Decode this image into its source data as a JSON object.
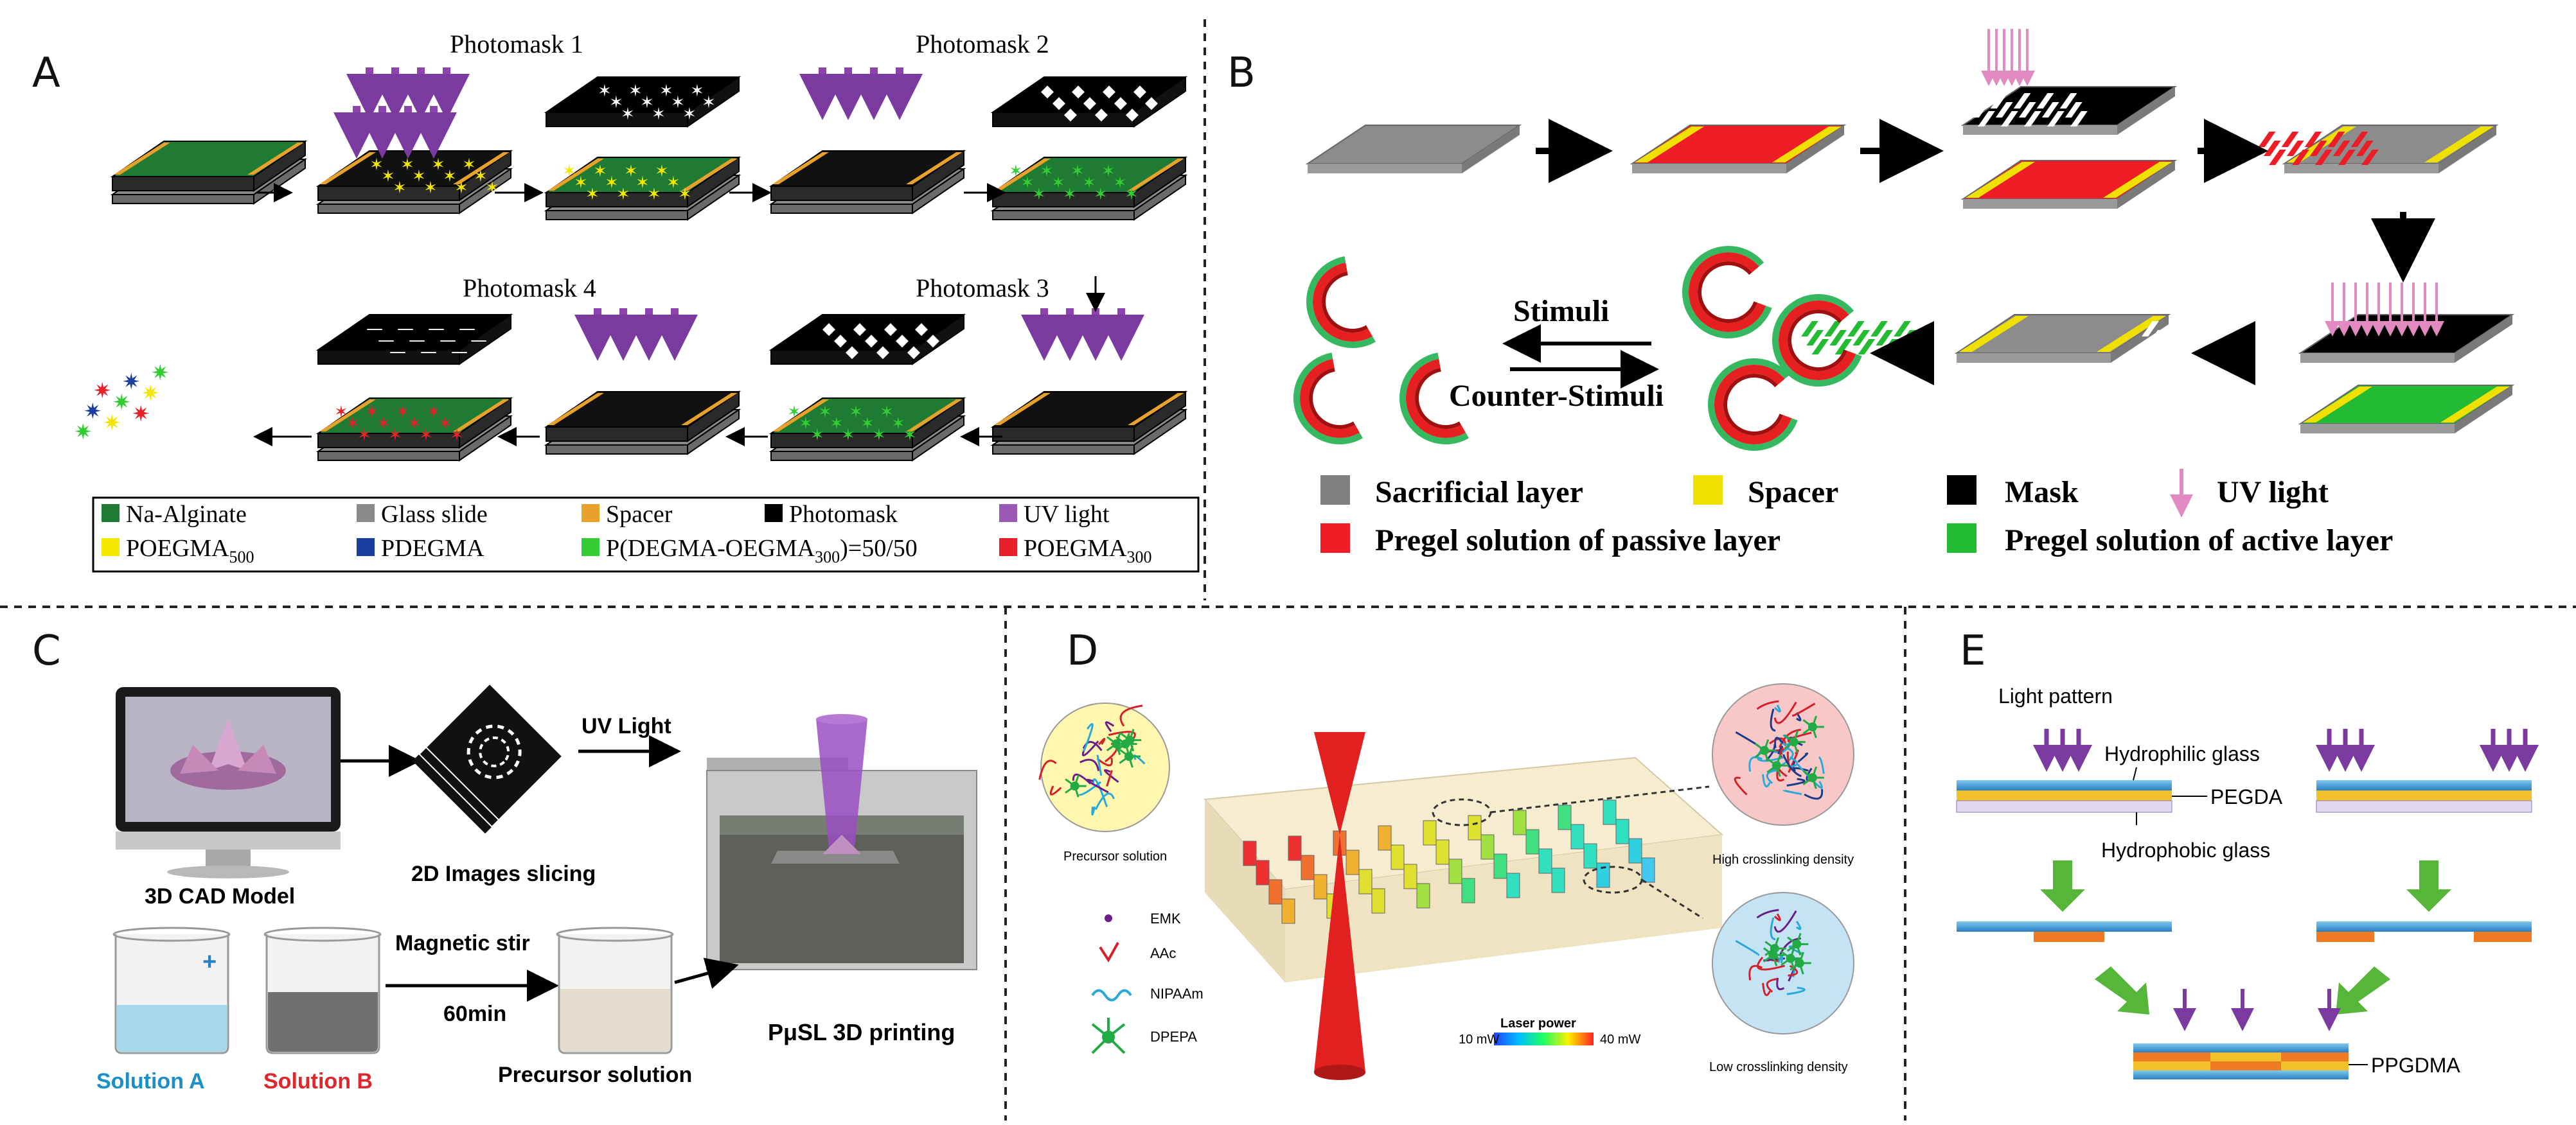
{
  "panels": {
    "A": {
      "letter": "A",
      "masks": [
        "Photomask 1",
        "Photomask 2",
        "Photomask 3",
        "Photomask 4"
      ],
      "legend": [
        {
          "label": "Na-Alginate",
          "color": "#1f7a33"
        },
        {
          "label": "Glass slide",
          "color": "#8a8a8a"
        },
        {
          "label": "Spacer",
          "color": "#e8a12a"
        },
        {
          "label": "Photomask",
          "color": "#000000"
        },
        {
          "label": "UV light",
          "color": "#9b59b6"
        },
        {
          "label": "POEGMA",
          "sub": "500",
          "color": "#f3e600"
        },
        {
          "label": "PDEGMA",
          "color": "#1b3d9e"
        },
        {
          "label": "P(DEGMA-OEGMA",
          "sub": "300",
          "tail": ")=50/50",
          "color": "#33cc33"
        },
        {
          "label": "POEGMA",
          "sub": "300",
          "color": "#e8202a"
        }
      ]
    },
    "B": {
      "letter": "B",
      "stimuli": "Stimuli",
      "counter": "Counter-Stimuli",
      "legend": [
        {
          "label": "Sacrificial layer",
          "color": "#808080"
        },
        {
          "label": "Spacer",
          "color": "#f0e000"
        },
        {
          "label": "Mask",
          "color": "#000000"
        },
        {
          "label": "UV light",
          "color": "#e08ac0"
        },
        {
          "label": "Pregel solution of  passive layer",
          "color": "#ee1c24"
        },
        {
          "label": "Pregel solution of  active layer",
          "color": "#22bb33"
        }
      ]
    },
    "C": {
      "letter": "C",
      "cad": "3D CAD Model",
      "slicing": "2D Images slicing",
      "uv": "UV Light",
      "stir": "Magnetic stir",
      "time": "60min",
      "solA": "Solution A",
      "solB": "Solution B",
      "precursor": "Precursor solution",
      "printing": "PμSL 3D printing",
      "colors": {
        "solA": "#1a8fc8",
        "solB": "#e0262c"
      }
    },
    "D": {
      "letter": "D",
      "precursor": "Precursor solution",
      "legend": [
        "EMK",
        "AAc",
        "NIPAAm",
        "DPEPA"
      ],
      "laser_title": "Laser power",
      "laser_min": "10 mW",
      "laser_max": "40 mW",
      "high": "High crosslinking density",
      "low": "Low crosslinking density"
    },
    "E": {
      "letter": "E",
      "light": "Light pattern",
      "hydrophilic": "Hydrophilic glass",
      "pegda": "PEGDA",
      "hydrophobic": "Hydrophobic glass",
      "ppgdma": "PPGDMA"
    }
  }
}
